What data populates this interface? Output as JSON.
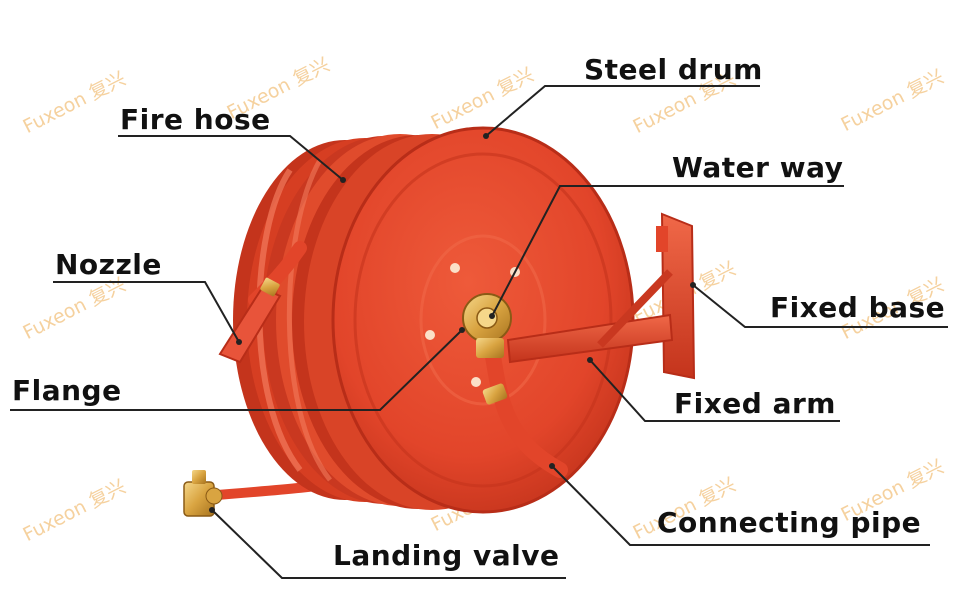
{
  "labels": {
    "steel_drum": "Steel drum",
    "fire_hose": "Fire hose",
    "water_way": "Water way",
    "nozzle": "Nozzle",
    "fixed_base": "Fixed base",
    "flange": "Flange",
    "fixed_arm": "Fixed arm",
    "connecting_pipe": "Connecting pipe",
    "landing_valve": "Landing valve"
  },
  "watermark": "Fuxeon 复兴",
  "colors": {
    "reel_red": "#e2452a",
    "reel_dark": "#b82d18",
    "reel_light": "#f06848",
    "brass": "#d9a441",
    "leader": "#222222",
    "watermark": "#f4c98e"
  }
}
